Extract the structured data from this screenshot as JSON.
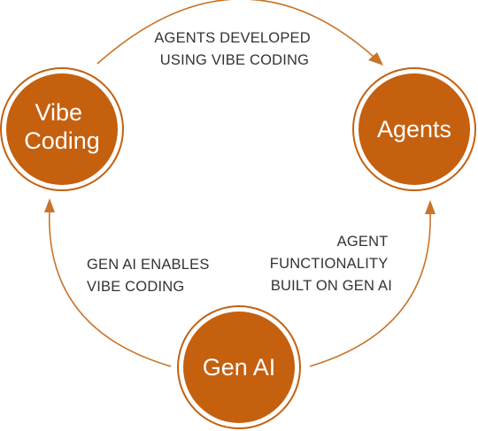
{
  "colors": {
    "node_fill": "#c5600f",
    "node_ring": "#c5600f",
    "arrow": "#c8742a",
    "edge_text": "#333333"
  },
  "nodes": {
    "vibe_coding": {
      "line1": "Vibe",
      "line2": "Coding"
    },
    "agents": {
      "label": "Agents"
    },
    "gen_ai": {
      "label": "Gen AI"
    }
  },
  "edges": {
    "vibe_to_agents": {
      "line1": "AGENTS DEVELOPED",
      "line2": "USING VIBE CODING"
    },
    "genai_to_vibe": {
      "line1": "GEN AI ENABLES",
      "line2": "VIBE CODING"
    },
    "genai_to_agents": {
      "line1": "AGENT",
      "line2": "FUNCTIONALITY",
      "line3": "BUILT ON GEN AI"
    }
  }
}
